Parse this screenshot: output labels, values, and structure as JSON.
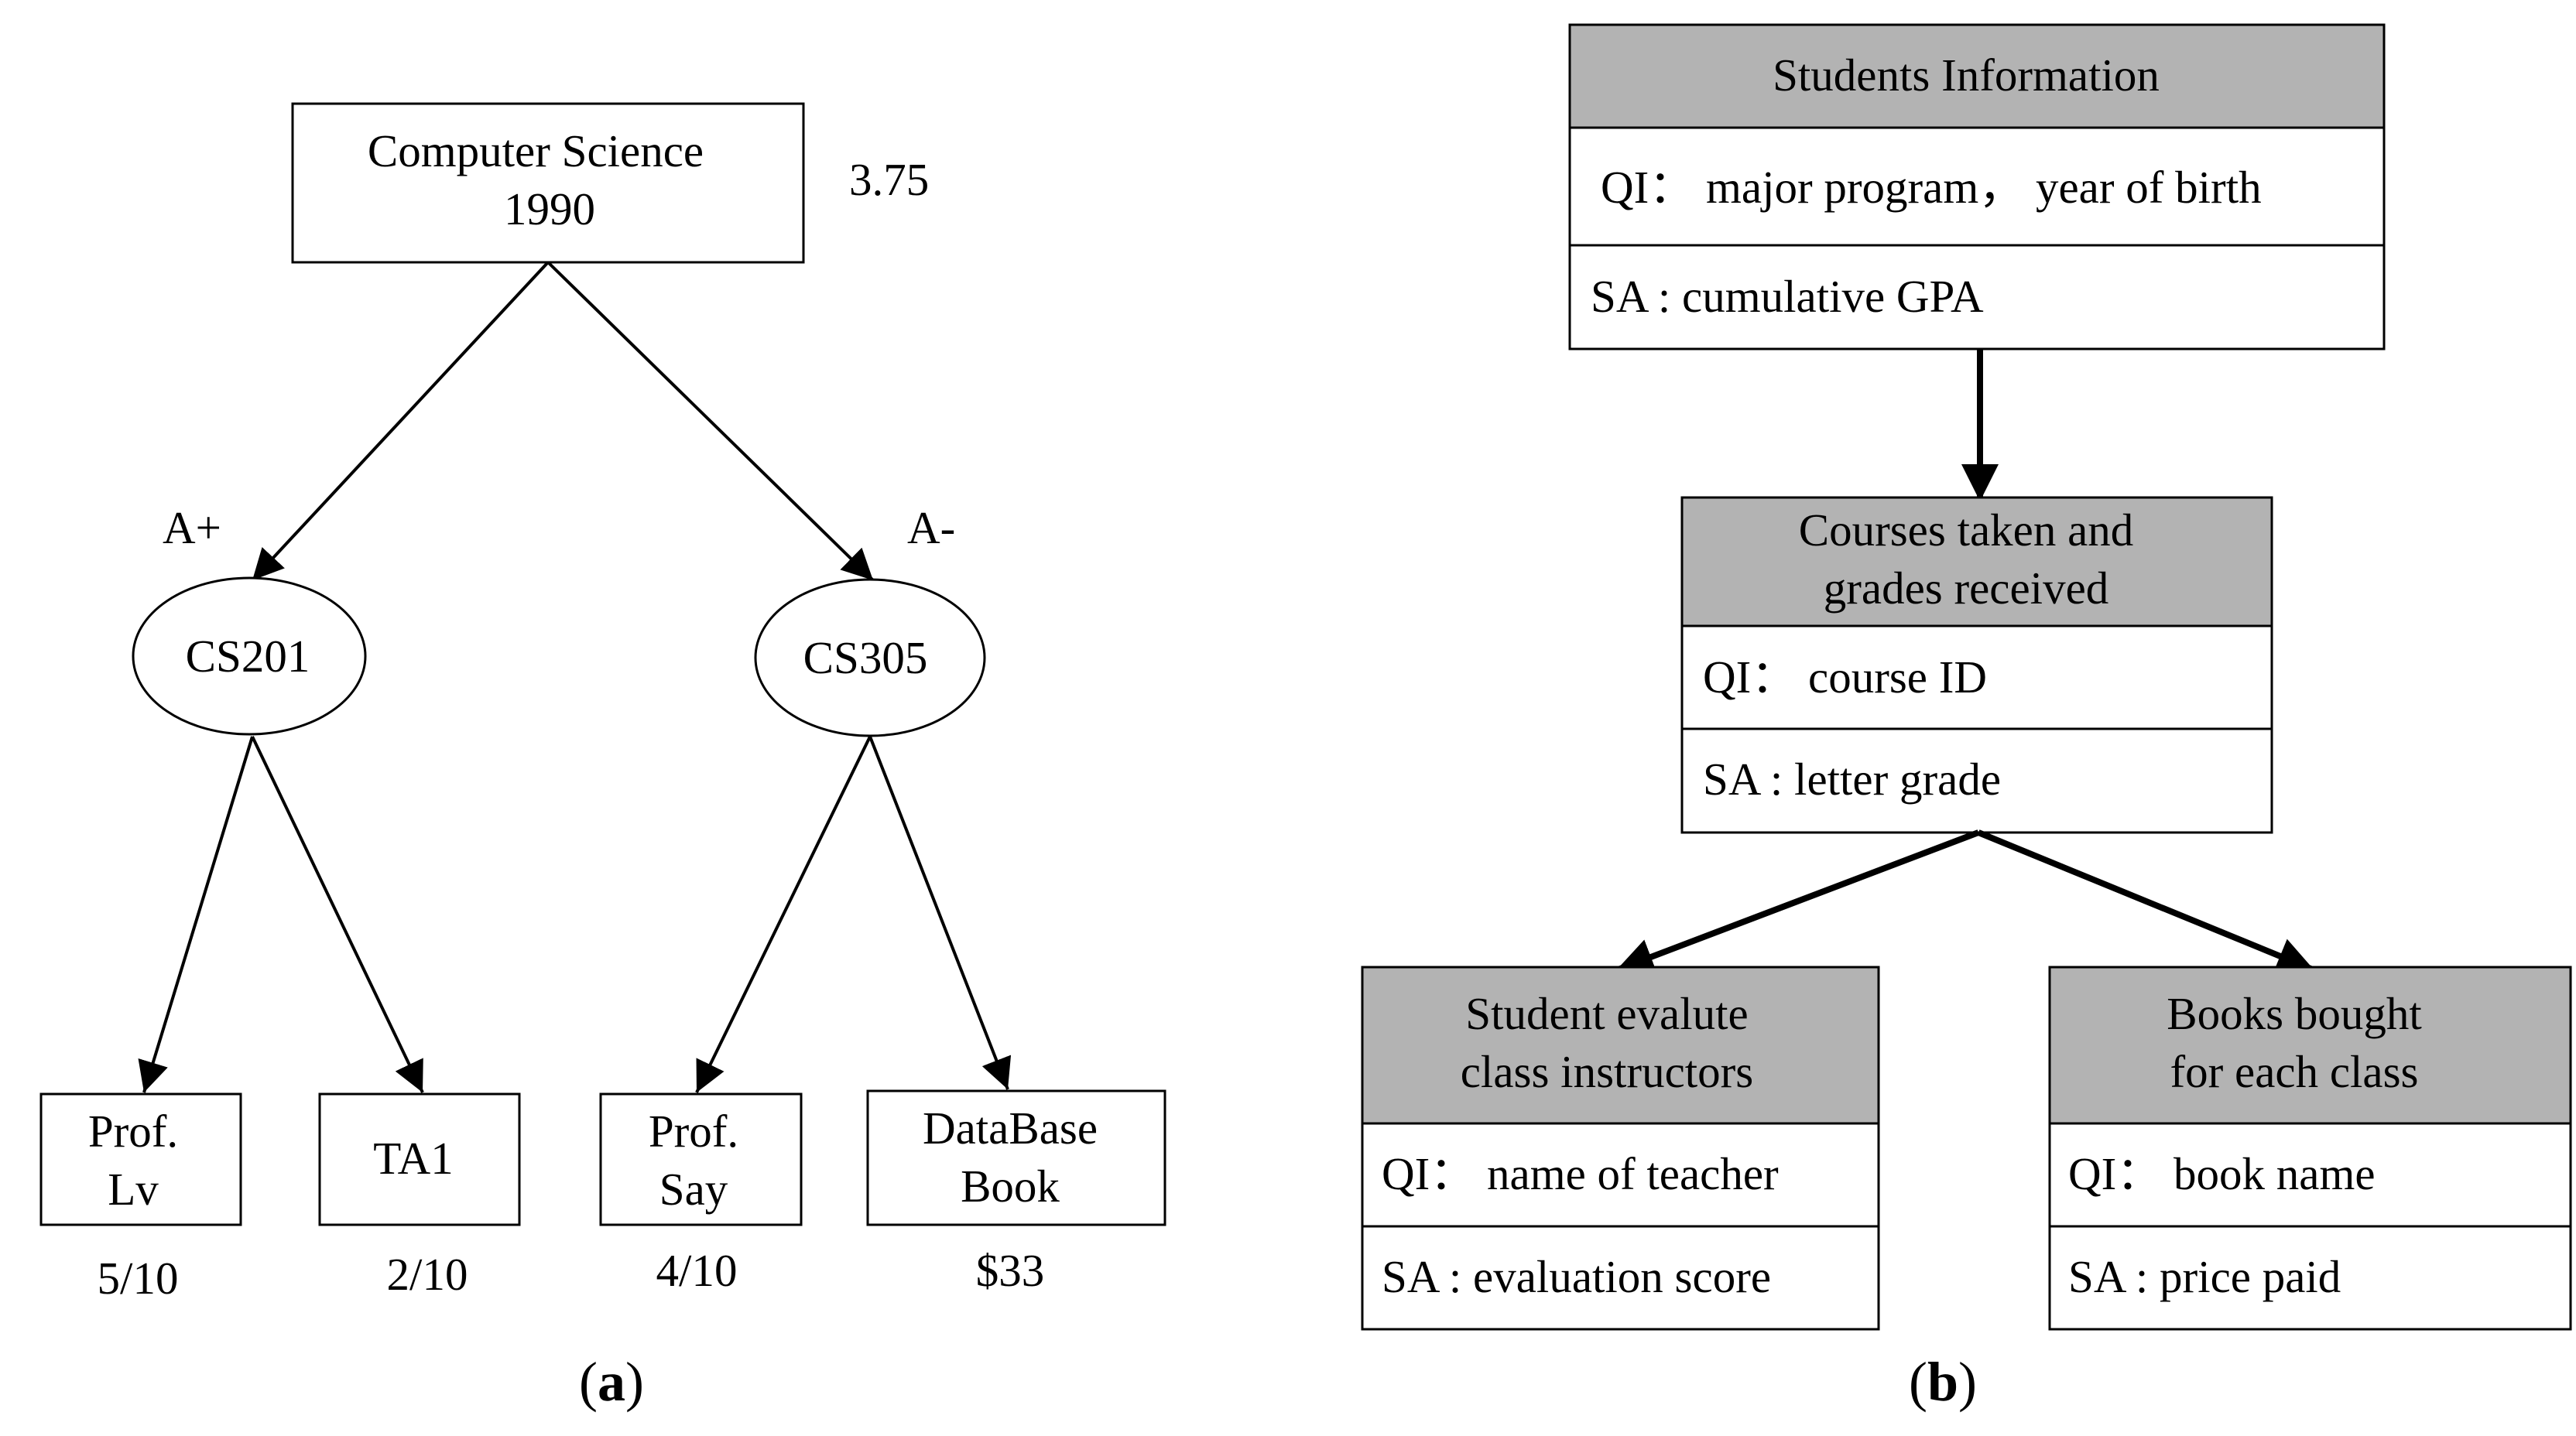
{
  "colors": {
    "stroke": "#000000",
    "header_fill": "#b3b3b3",
    "box_fill": "#ffffff"
  },
  "panel_a": {
    "caption_letter": "a",
    "root": {
      "line1": "Computer Science",
      "line2": "1990",
      "value": "3.75"
    },
    "left_course": {
      "label": "CS201",
      "grade": "A+",
      "children": [
        {
          "line1": "Prof.",
          "line2": "Lv",
          "value": "5/10"
        },
        {
          "line1": "TA1",
          "value": "2/10"
        }
      ]
    },
    "right_course": {
      "label": "CS305",
      "grade": "A-",
      "children": [
        {
          "line1": "Prof.",
          "line2": "Say",
          "value": "4/10"
        },
        {
          "line1": "DataBase",
          "line2": "Book",
          "value": "$33"
        }
      ]
    }
  },
  "panel_b": {
    "caption_letter": "b",
    "students": {
      "header": "Students Information",
      "qi": "QI：  major program，  year of birth",
      "sa": "SA : cumulative GPA"
    },
    "courses": {
      "header_line1": "Courses taken and",
      "header_line2": "grades received",
      "qi": "QI：  course ID",
      "sa": "SA : letter grade"
    },
    "evaluate": {
      "header_line1": "Student evalute",
      "header_line2": "class instructors",
      "qi": "QI：  name of teacher",
      "sa": "SA : evaluation score"
    },
    "books": {
      "header_line1": "Books bought",
      "header_line2": "for each class",
      "qi": "QI：  book name",
      "sa": "SA : price paid"
    }
  }
}
